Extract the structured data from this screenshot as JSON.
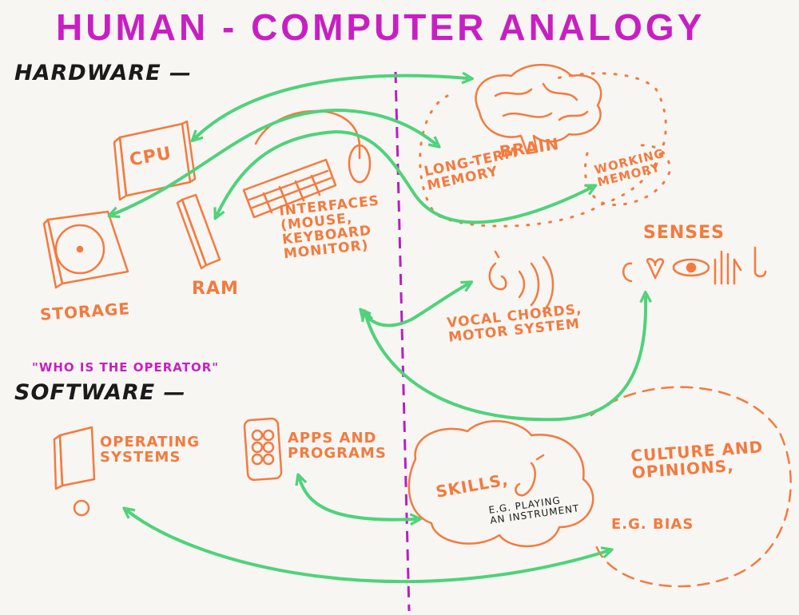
{
  "title": "HUMAN - COMPUTER  ANALOGY",
  "sections": {
    "hardware": "HARDWARE —",
    "software": "SOFTWARE —",
    "operator_question": "\"WHO IS THE OPERATOR\""
  },
  "hardware": {
    "cpu": "CPU",
    "storage": "STORAGE",
    "ram": "RAM",
    "interfaces": "INTERFACES\n(MOUSE,\nKEYBOARD\nMONITOR)",
    "long_term_memory": "LONG-TERM\nMEMORY",
    "brain": "BRAIN",
    "working_memory": "WORKING\nMEMORY",
    "senses": "SENSES",
    "vocal_chords": "VOCAL CHORDS,\nMOTOR SYSTEM"
  },
  "software": {
    "operating_systems": "OPERATING\nSYSTEMS",
    "apps_and_programs": "APPS AND\nPROGRAMS",
    "skills": "SKILLS,",
    "skills_example": "E.G. PLAYING\nAN INSTRUMENT",
    "culture": "CULTURE AND\nOPINIONS,",
    "culture_example": "E.G. BIAS"
  },
  "colors": {
    "title": "#c81fc3",
    "orange": "#f47a3e",
    "green": "#4fd27a",
    "ink": "#1a1a1a"
  }
}
